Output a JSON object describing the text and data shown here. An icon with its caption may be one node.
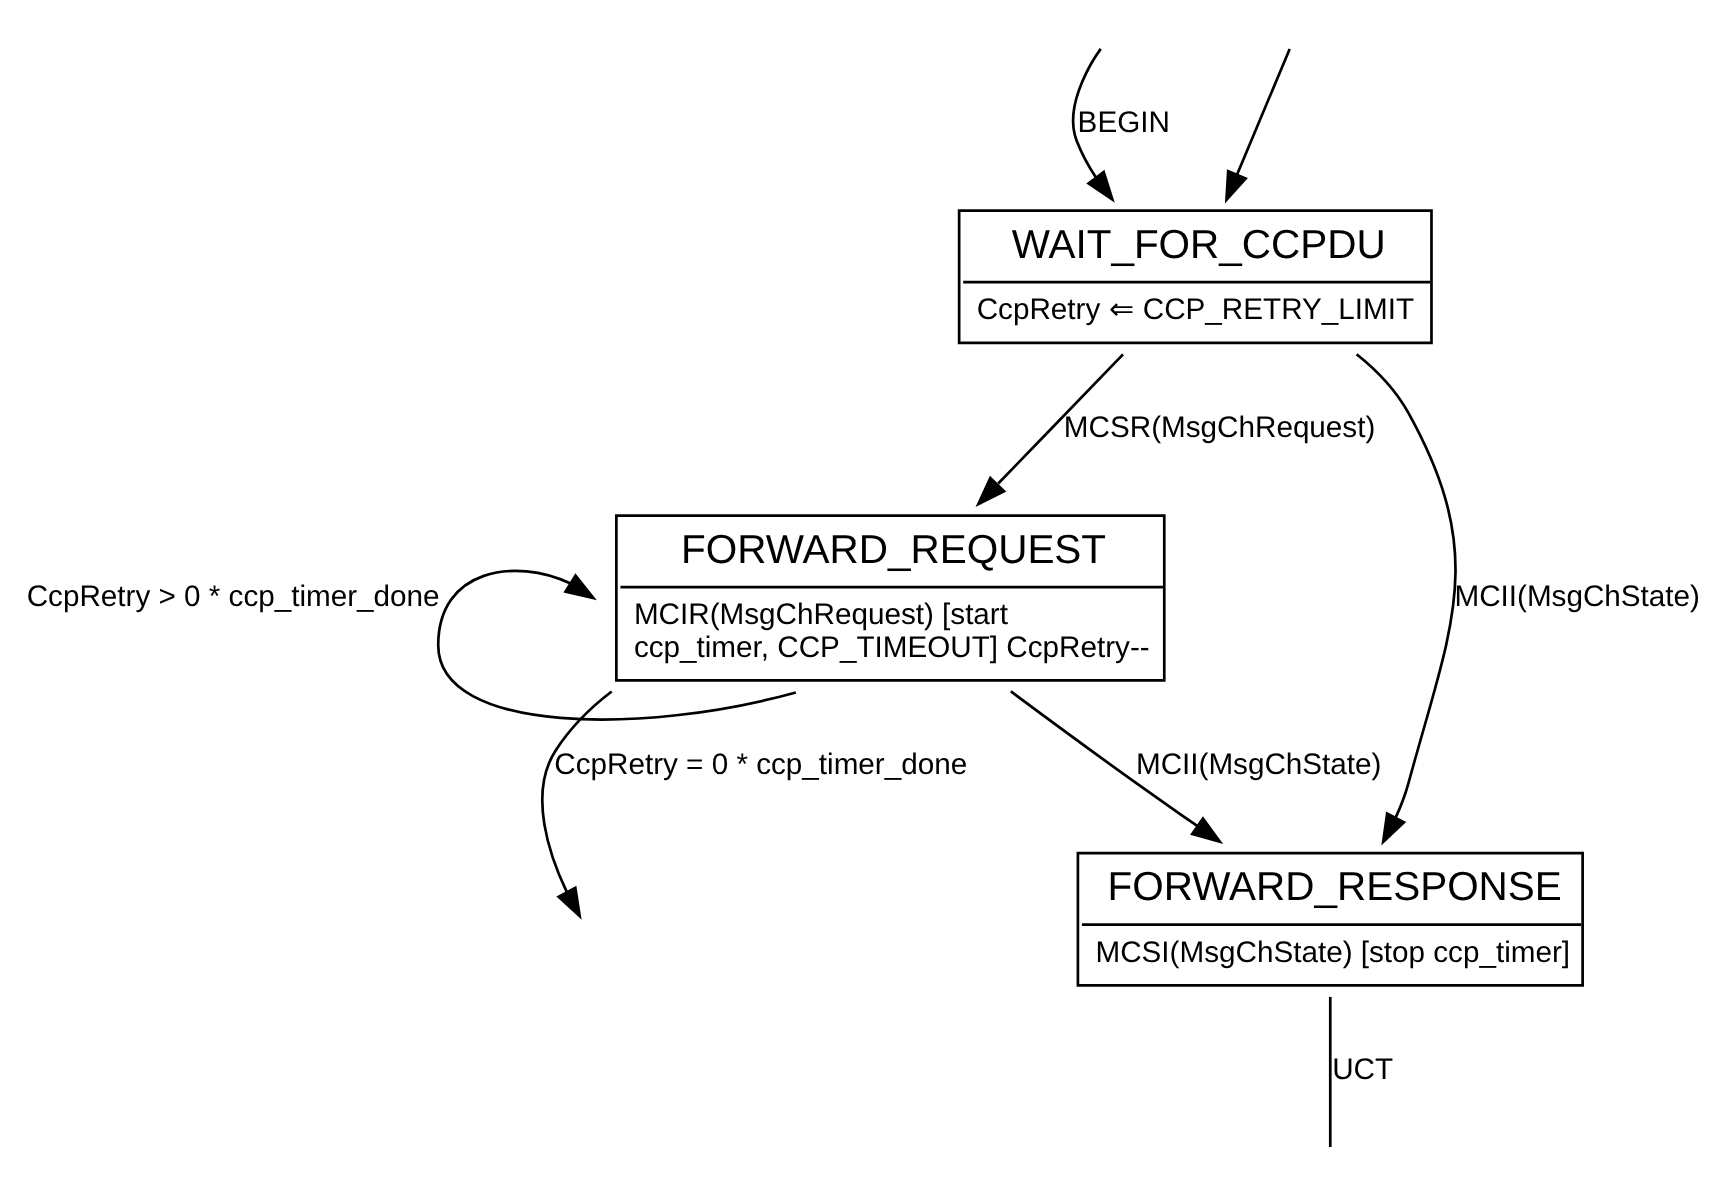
{
  "diagram": {
    "nodes": [
      {
        "text": [
          "WAIT_FOR_CCPDU",
          "CcpRetry ⇐ CCP_RETRY_LIMIT"
        ]
      },
      {
        "text": [
          "FORWARD_REQUEST",
          "MCIR(MsgChRequest) [start ccp_timer, CCP_TIMEOUT] CcpRetry--"
        ]
      },
      {
        "text": [
          "FORWARD_RESPONSE",
          "MCSI(MsgChState) [stop ccp_timer]"
        ]
      }
    ],
    "edges": [
      {
        "from": null,
        "to": 0,
        "arrow": "to",
        "label": "BEGIN"
      },
      {
        "from": null,
        "to": 0,
        "arrow": "to"
      },
      {
        "from": 0,
        "to": 1,
        "arrow": "to",
        "label": "MCSR(MsgChRequest)"
      },
      {
        "from": 0,
        "to": 2,
        "arrow": "to",
        "label": "MCII(MsgChState)"
      },
      {
        "from": 1,
        "to": 1,
        "arrow": "to",
        "label": "CcpRetry > 0 * ccp_timer_done"
      },
      {
        "from": 1,
        "to": 2,
        "arrow": "to",
        "label": "MCII(MsgChState)"
      },
      {
        "from": 1,
        "to": null,
        "arrow": "to",
        "label": "CcpRetry = 0 * ccp_timer_done"
      },
      {
        "from": 2,
        "to": null,
        "arrow": "none",
        "label": "UCT"
      }
    ]
  }
}
